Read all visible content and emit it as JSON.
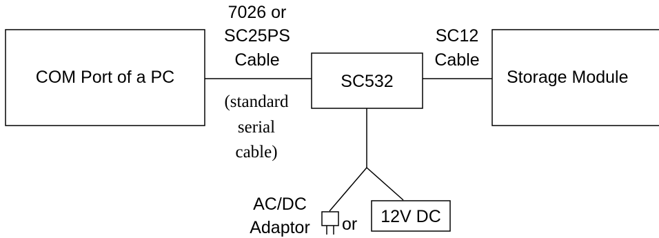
{
  "nodes": {
    "pc": "COM Port of a PC",
    "sc532": "SC532",
    "storage": "Storage Module",
    "dc": "12V DC"
  },
  "cable_pc": {
    "line1": "7026 or",
    "line2": "SC25PS",
    "line3": "Cable",
    "note1": "(standard",
    "note2": "serial",
    "note3": "cable)"
  },
  "cable_storage": {
    "line1": "SC12",
    "line2": "Cable"
  },
  "power": {
    "adaptor_line1": "AC/DC",
    "adaptor_line2": "Adaptor",
    "or": "or"
  }
}
